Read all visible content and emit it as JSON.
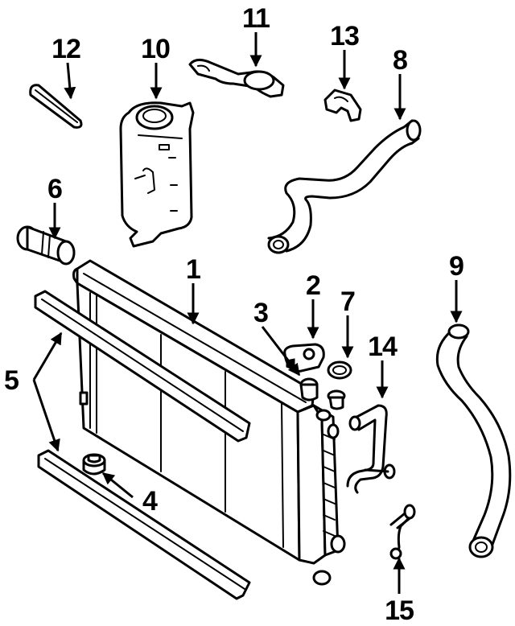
{
  "diagram": {
    "colors": {
      "ink": "#000000",
      "paper": "#ffffff"
    },
    "callouts": [
      {
        "id": "1",
        "text": "1"
      },
      {
        "id": "2",
        "text": "2"
      },
      {
        "id": "3",
        "text": "3"
      },
      {
        "id": "4",
        "text": "4"
      },
      {
        "id": "5",
        "text": "5"
      },
      {
        "id": "6",
        "text": "6"
      },
      {
        "id": "7",
        "text": "7"
      },
      {
        "id": "8",
        "text": "8"
      },
      {
        "id": "9",
        "text": "9"
      },
      {
        "id": "10",
        "text": "10"
      },
      {
        "id": "11",
        "text": "11"
      },
      {
        "id": "12",
        "text": "12"
      },
      {
        "id": "13",
        "text": "13"
      },
      {
        "id": "14",
        "text": "14"
      },
      {
        "id": "15",
        "text": "15"
      }
    ]
  }
}
